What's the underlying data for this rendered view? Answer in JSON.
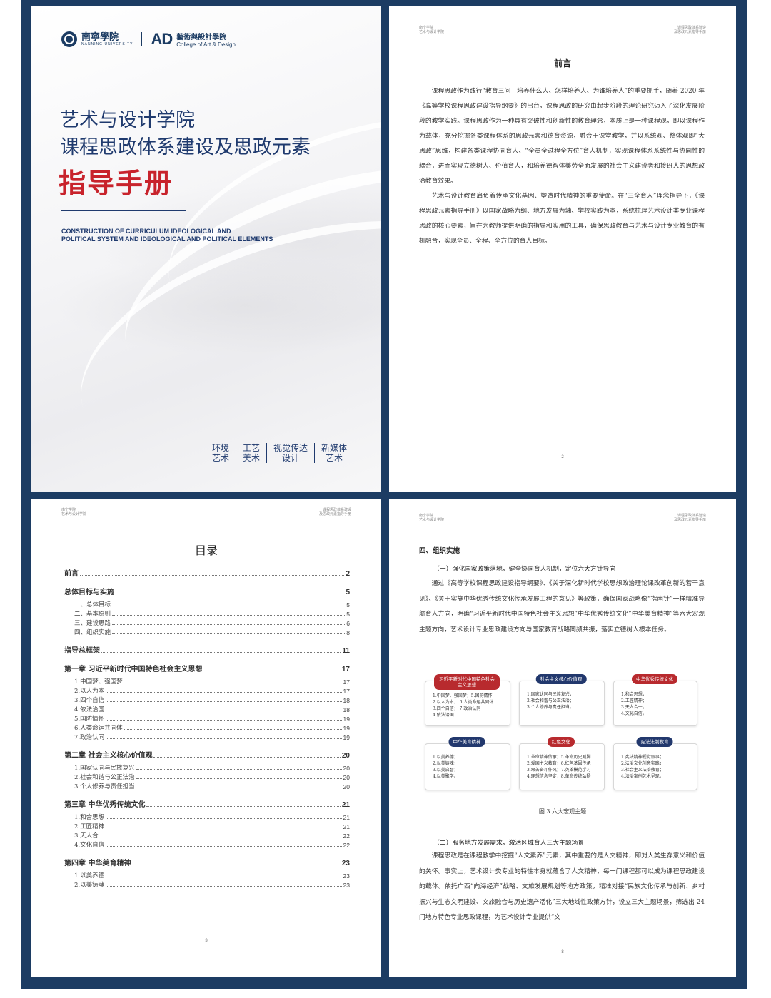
{
  "cover": {
    "univ_cn": "南寧學院",
    "univ_en": "NANNING UNIVERSITY",
    "ad": "AD",
    "college_cn": "藝術與設計學院",
    "college_en": "College of Art & Design",
    "title1": "艺术与设计学院",
    "title2": "课程思政体系建设及思政元素",
    "title3": "指导手册",
    "en_line1": "CONSTRUCTION OF CURRICULUM IDEOLOGICAL AND",
    "en_line2": "POLITICAL SYSTEM AND IDEOLOGICAL AND POLITICAL ELEMENTS",
    "disciplines": [
      [
        "环境",
        "艺术"
      ],
      [
        "工艺",
        "美术"
      ],
      [
        "视觉传达",
        "设计"
      ],
      [
        "新媒体",
        "艺术"
      ]
    ]
  },
  "header": {
    "left1": "南宁学院",
    "left2": "艺术与设计学院",
    "right1": "课程思政体系建设",
    "right2": "及思政元素指导手册"
  },
  "preface": {
    "title": "前言",
    "p1": "课程思政作为践行“教育三问—培养什么人、怎样培养人、为谁培养人”的重要抓手，随着 2020 年《高等学校课程思政建设指导纲要》的出台，课程思政的研究由起步阶段的理论研究迈入了深化发展阶段的教学实践。课程思政作为一种具有突破性和创新性的教育理念，本质上是一种课程观，即以课程作为载体，充分挖掘各类课程体系的思政元素和德育资源，融合于课堂教学，并以系统观、整体观即“大思政”思维，构建各类课程协同育人、“全员全过程全方位”育人机制，实现课程体系系统性与协同性的耦合，进而实现立德树人、价值育人，和培养德智体美劳全面发展的社会主义建设者和接班人的思想政治教育效果。",
    "p2": "艺术与设计教育肩负着传承文化基因、塑造时代精神的重要使命。在“三全育人”理念指导下，《课程思政元素指导手册》以国家战略为纲、地方发展为轴、学校实践为本，系统梳理艺术设计类专业课程思政的核心要素，旨在为教师提供明确的指导和实用的工具，确保思政教育与艺术与设计专业教育的有机融合，实现全员、全程、全方位的育人目标。",
    "page": "2"
  },
  "toc": {
    "title": "目录",
    "page": "3",
    "entries": [
      {
        "label": "前言",
        "page": "2"
      },
      {
        "label": "总体目标与实施",
        "page": "5",
        "children": [
          {
            "label": "一、总体目标",
            "page": "5"
          },
          {
            "label": "二、基本原则",
            "page": "5"
          },
          {
            "label": "三、建设思路",
            "page": "6"
          },
          {
            "label": "四、组织实施",
            "page": "8"
          }
        ]
      },
      {
        "label": "指导总框架",
        "page": "11"
      },
      {
        "label": "第一章  习近平新时代中国特色社会主义思想",
        "page": "17",
        "children": [
          {
            "label": "1.中国梦、强国梦",
            "page": "17"
          },
          {
            "label": "2.以人为本",
            "page": "17"
          },
          {
            "label": "3.四个自信",
            "page": "18"
          },
          {
            "label": "4.依法治国",
            "page": "18"
          },
          {
            "label": "5.国防情怀",
            "page": "19"
          },
          {
            "label": "6.人类命运共同体",
            "page": "19"
          },
          {
            "label": "7.政治认同",
            "page": "19"
          }
        ]
      },
      {
        "label": "第二章  社会主义核心价值观",
        "page": "20",
        "children": [
          {
            "label": "1.国家认同与民族复兴",
            "page": "20"
          },
          {
            "label": "2.社会和谐与公正法治",
            "page": "20"
          },
          {
            "label": "3.个人修养与责任担当",
            "page": "20"
          }
        ]
      },
      {
        "label": "第三章  中华优秀传统文化",
        "page": "21",
        "children": [
          {
            "label": "1.和合思想",
            "page": "21"
          },
          {
            "label": "2.工匠精神",
            "page": "21"
          },
          {
            "label": "3.天人合一",
            "page": "22"
          },
          {
            "label": "4.文化自信",
            "page": "22"
          }
        ]
      },
      {
        "label": "第四章  中华美育精神",
        "page": "23",
        "children": [
          {
            "label": "1.以美养德",
            "page": "23"
          },
          {
            "label": "2.以美铸魂",
            "page": "23"
          }
        ]
      }
    ]
  },
  "impl": {
    "heading": "四、组织实施",
    "sub1": "（一）强化国家政策落地，健全协同育人机制，定位六大方针导向",
    "p1": "通过《高等学校课程思政建设指导纲要》、《关于深化新时代学校思想政治理论课改革创新的若干意见》、《关于实施中华优秀传统文化传承发展工程的意见》等政策，确保国家战略像“指南针”一样精准导航育人方向，明确“习近平新时代中国特色社会主义思想”中华优秀传统文化”中华美育精神”等六大宏观主题方向，艺术设计专业思政建设方向与国家教育战略同频共振，落实立德树人根本任务。",
    "diagram": [
      {
        "title": "习近平新时代中国特色社会主义思想",
        "color": "red",
        "items": [
          "1.中国梦、强国梦；5.国防情怀",
          "2.以人为本；    6.人类命运共同体",
          "3.四个自信；    7.政治认同",
          "4.依法治国"
        ]
      },
      {
        "title": "社会主义核心价值观",
        "color": "blue",
        "items": [
          "1.国家认同与民族复兴；",
          "2.社会和谐与公正法治；",
          "3.个人修养与责任担当。"
        ]
      },
      {
        "title": "中华优秀传统文化",
        "color": "red",
        "items": [
          "1.和合思想；",
          "2.工匠精神；",
          "3.天人合一；",
          "4.文化自信。"
        ]
      },
      {
        "title": "中华美育精神",
        "color": "blue",
        "items": [
          "1.以美养德；",
          "2.以美铸魂；",
          "3.以美启智；",
          "4.以美聚学。"
        ]
      },
      {
        "title": "红色文化",
        "color": "red",
        "items": [
          "1.革命精神传承；5.革命历史剧脚",
          "2.爱国主义教育；6.红色基因传承",
          "3.艰苦奋斗作风；7.英雄模范学习",
          "4.理想信念坚定；8.革命传统弘扬"
        ]
      },
      {
        "title": "宪法法制教育",
        "color": "blue",
        "items": [
          "1.宪法精神视觉叙事；",
          "2.法治文化创意实践；",
          "3.社会主义法治教育；",
          "4.法治案例艺术呈现。"
        ]
      }
    ],
    "caption": "图 3  六大宏观主题",
    "sub2": "（二）服务地方发展需求，激活区域育人三大主题场景",
    "p2": "课程思政是在课程教学中挖掘“人文素养”元素，其中重要的是人文精神，即对人类生存意义和价值的关怀。事实上，艺术设计类专业的特性本身就蕴含了人文精神，每一门课程都可以成为课程思政建设的载体。依托广西“向海经济”战略、文旅发展规划等地方政策，精准对接“民族文化传承与创新、乡村振兴与生态文明建设、文旅融合与历史遗产活化”三大地域性政策方针，设立三大主题场景，筛选出 24 门地方特色专业思政课程，为艺术设计专业提供“文",
    "page": "8"
  }
}
